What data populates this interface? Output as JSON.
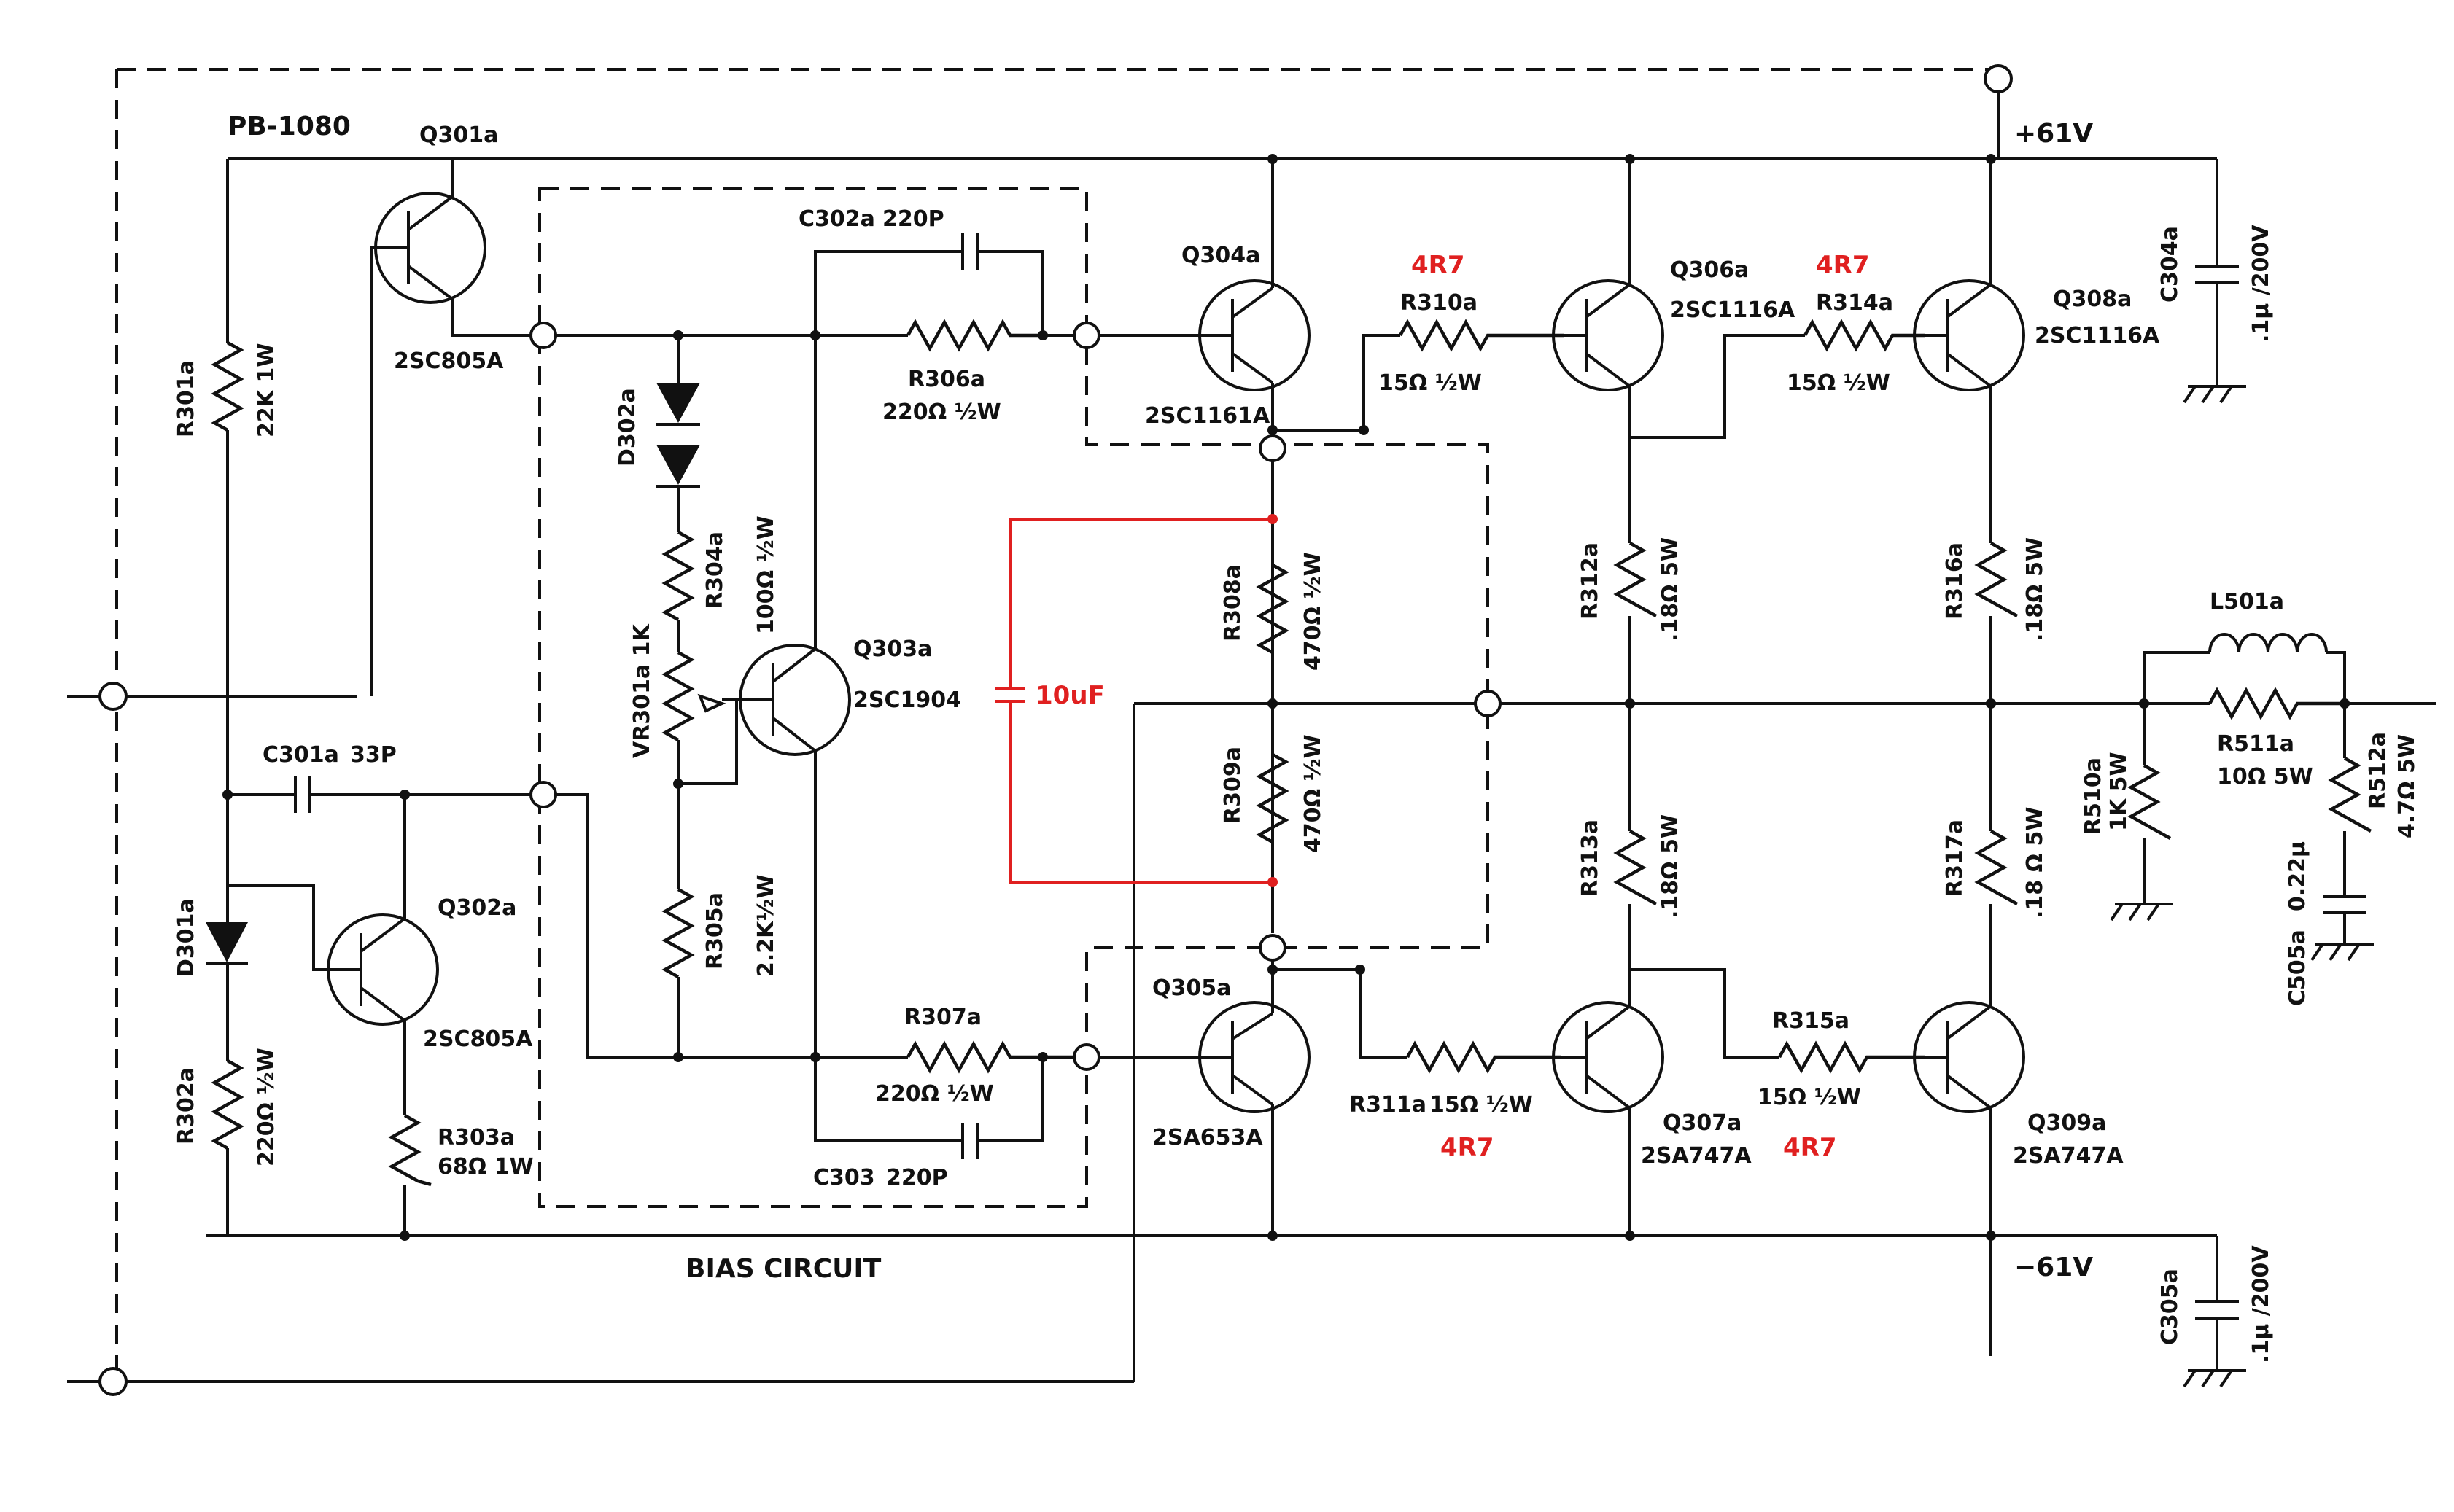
{
  "board": "PB-1080",
  "bias_label": "BIAS CIRCUIT",
  "rails": {
    "pos": "+61V",
    "neg": "−61V"
  },
  "transistors": [
    {
      "ref": "Q301a",
      "part": "2SC805A"
    },
    {
      "ref": "Q302a",
      "part": "2SC805A"
    },
    {
      "ref": "Q303a",
      "part": "2SC1904"
    },
    {
      "ref": "Q304a",
      "part": "2SC1161A"
    },
    {
      "ref": "Q305a",
      "part": "2SA653A"
    },
    {
      "ref": "Q306a",
      "part": "2SC1116A"
    },
    {
      "ref": "Q307a",
      "part": "2SA747A"
    },
    {
      "ref": "Q308a",
      "part": "2SC1116A"
    },
    {
      "ref": "Q309a",
      "part": "2SA747A"
    }
  ],
  "resistors": [
    {
      "ref": "R301a",
      "value": "22K 1W"
    },
    {
      "ref": "R302a",
      "value": "220Ω ½W"
    },
    {
      "ref": "R303a",
      "value": "68Ω 1W"
    },
    {
      "ref": "R304a",
      "value": "100Ω ½W"
    },
    {
      "ref": "R305a",
      "value": "2.2K½W"
    },
    {
      "ref": "R306a",
      "value": "220Ω ½W"
    },
    {
      "ref": "R307a",
      "value": "220Ω ½W"
    },
    {
      "ref": "R308a",
      "value": "470Ω ½W"
    },
    {
      "ref": "R309a",
      "value": "470Ω ½W"
    },
    {
      "ref": "R310a",
      "value": "15Ω ½W"
    },
    {
      "ref": "R311a",
      "value": "15Ω ½W"
    },
    {
      "ref": "R312a",
      "value": ".18Ω 5W"
    },
    {
      "ref": "R313a",
      "value": ".18Ω 5W"
    },
    {
      "ref": "R314a",
      "value": "15Ω ½W"
    },
    {
      "ref": "R315a",
      "value": "15Ω ½W"
    },
    {
      "ref": "R316a",
      "value": ".18Ω 5W"
    },
    {
      "ref": "R317a",
      "value": ".18 Ω 5W"
    },
    {
      "ref": "R510a",
      "value": "1K 5W"
    },
    {
      "ref": "R511a",
      "value": "10Ω 5W"
    },
    {
      "ref": "R512a",
      "value": "4.7Ω 5W"
    }
  ],
  "capacitors": [
    {
      "ref": "C301a",
      "value": "33P"
    },
    {
      "ref": "C302a",
      "value": "220P"
    },
    {
      "ref": "C303",
      "value": "220P"
    },
    {
      "ref": "C304a",
      "value": ".1μ /200V"
    },
    {
      "ref": "C305a",
      "value": ".1μ /200V"
    },
    {
      "ref": "C505a",
      "value": "0.22μ"
    }
  ],
  "diodes": [
    "D301a",
    "D302a"
  ],
  "trimmer": {
    "ref": "VR301a",
    "value": "1K"
  },
  "inductor": {
    "ref": "L501a"
  },
  "mods": {
    "r310": "4R7",
    "r314": "4R7",
    "r311": "4R7",
    "r315": "4R7",
    "cap": "10uF"
  }
}
